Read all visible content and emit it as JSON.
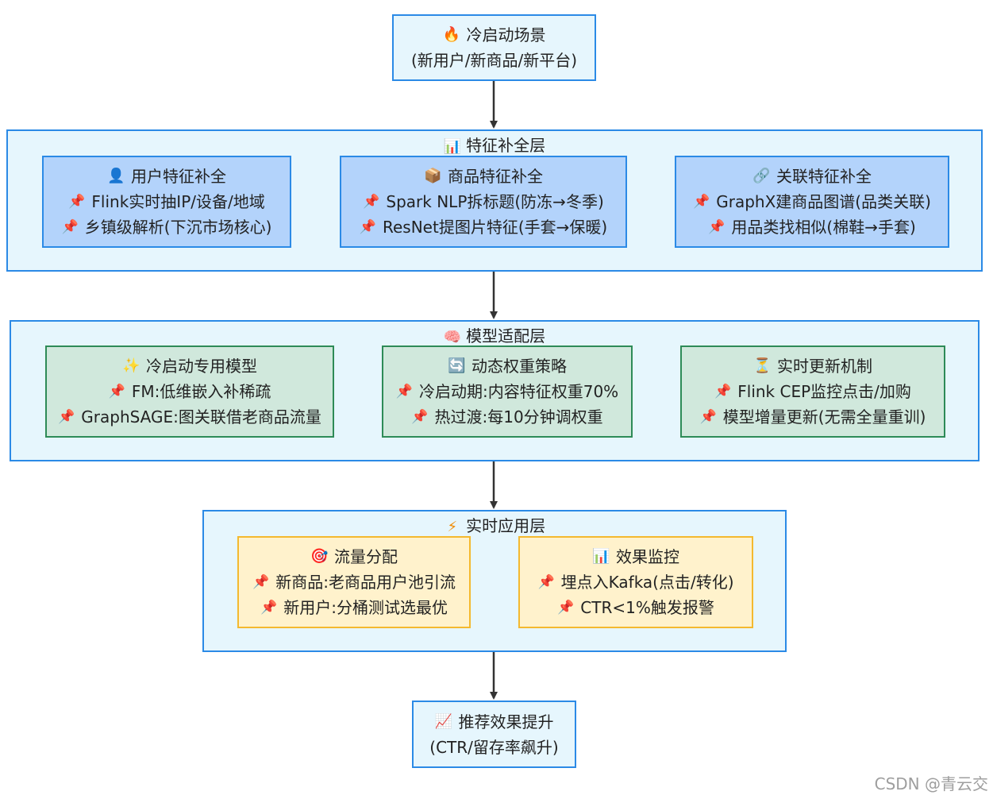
{
  "start_node": {
    "icon": "fire-icon",
    "title": "冷启动场景",
    "subtitle": "(新用户/新商品/新平台)"
  },
  "layers": [
    {
      "icon": "bar-chart-icon",
      "title": "特征补全层",
      "color": "#b3d3fb",
      "cards": [
        {
          "icon": "user-icon",
          "title": "用户特征补全",
          "items": [
            "Flink实时抽IP/设备/地域",
            "乡镇级解析(下沉市场核心)"
          ]
        },
        {
          "icon": "package-icon",
          "title": "商品特征补全",
          "items": [
            "Spark NLP拆标题(防冻→冬季)",
            "ResNet提图片特征(手套→保暖)"
          ]
        },
        {
          "icon": "link-icon",
          "title": "关联特征补全",
          "items": [
            "GraphX建商品图谱(品类关联)",
            "用品类找相似(棉鞋→手套)"
          ]
        }
      ]
    },
    {
      "icon": "brain-icon",
      "title": "模型适配层",
      "color": "#d0e8dc",
      "cards": [
        {
          "icon": "sparkle-icon",
          "title": "冷启动专用模型",
          "items": [
            "FM:低维嵌入补稀疏",
            "GraphSAGE:图关联借老商品流量"
          ]
        },
        {
          "icon": "refresh-icon",
          "title": "动态权重策略",
          "items": [
            "冷启动期:内容特征权重70%",
            "热过渡:每10分钟调权重"
          ]
        },
        {
          "icon": "hourglass-icon",
          "title": "实时更新机制",
          "items": [
            "Flink CEP监控点击/加购",
            "模型增量更新(无需全量重训)"
          ]
        }
      ]
    },
    {
      "icon": "lightning-icon",
      "title": "实时应用层",
      "color": "#fff2cc",
      "cards": [
        {
          "icon": "target-icon",
          "title": "流量分配",
          "items": [
            "新商品:老商品用户池引流",
            "新用户:分桶测试选最优"
          ]
        },
        {
          "icon": "bar-chart-icon",
          "title": "效果监控",
          "items": [
            "埋点入Kafka(点击/转化)",
            "CTR<1%触发报警"
          ]
        }
      ]
    }
  ],
  "end_node": {
    "icon": "trending-up-icon",
    "title": "推荐效果提升",
    "subtitle": "(CTR/留存率飙升)"
  },
  "item_icon": "pushpin-icon",
  "watermark": "CSDN @青云交"
}
